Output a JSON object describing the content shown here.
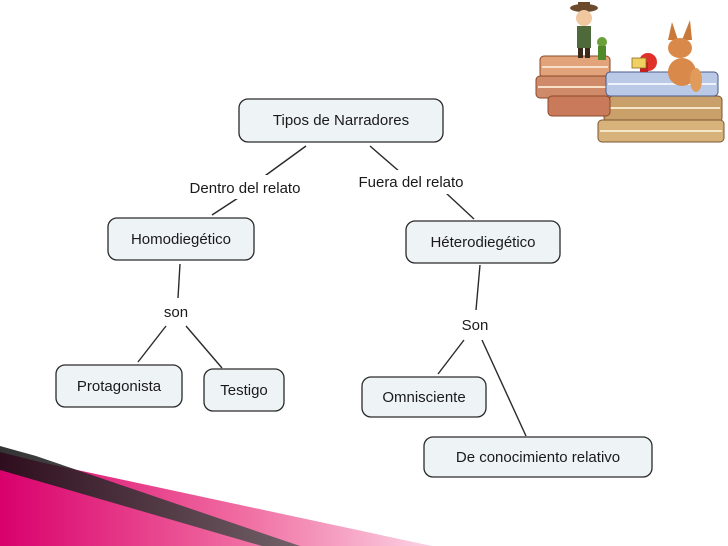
{
  "colors": {
    "node_fill": "#eef3f6",
    "node_stroke": "#2a2a2a",
    "banner_magenta": "#d9006c",
    "banner_pink": "#f06aa0"
  },
  "illustration": "books-with-characters",
  "nodes": {
    "root": "Tipos de Narradores",
    "homo": "Homodiegético",
    "hetero": "Héterodiegético",
    "protagonista": "Protagonista",
    "testigo": "Testigo",
    "omnisciente": "Omnisciente",
    "relativo": "De conocimiento relativo"
  },
  "links": {
    "dentro": "Dentro del relato",
    "fuera": "Fuera del relato",
    "son_lower": "son",
    "son_upper": "Son"
  }
}
